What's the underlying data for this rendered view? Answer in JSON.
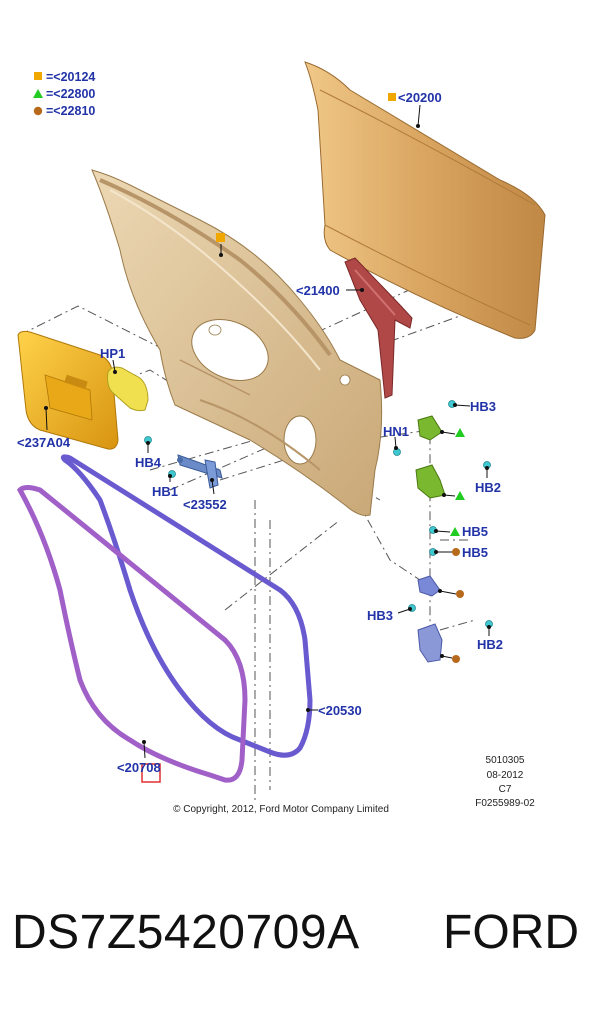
{
  "legend": [
    {
      "symbol": "square",
      "color": "#f0a800",
      "text": "=<20124"
    },
    {
      "symbol": "triangle",
      "color": "#22cc22",
      "text": "=<22800"
    },
    {
      "symbol": "circle",
      "color": "#b86a1c",
      "text": "=<22810"
    }
  ],
  "labels": {
    "l20200": "<20200",
    "l21400": "<21400",
    "lHP1": "HP1",
    "l237A04": "<237A04",
    "lHB4": "HB4",
    "lHB1": "HB1",
    "l23552": "<23552",
    "lHN1": "HN1",
    "lHB3a": "HB3",
    "lHB2a": "HB2",
    "lHB5a": "HB5",
    "lHB5b": "HB5",
    "lHB3b": "HB3",
    "lHB2b": "HB2",
    "l20530": "<20530",
    "l20708": "<20708"
  },
  "info": {
    "line1": "5010305",
    "line2": "08-2012",
    "line3": "C7",
    "line4": "F0255989-02"
  },
  "copyright": "© Copyright, 2012, Ford Motor Company Limited",
  "footer": {
    "part_number": "DS7Z5420709A",
    "brand": "FORD"
  },
  "colors": {
    "label": "#2233a8",
    "door_skin": "#d9a560",
    "inner_panel": "#dcc39a",
    "seal_outer": "#a060c8",
    "seal_inner": "#6a5ad0",
    "trim_panel": "#f0b020",
    "hinge_green": "#7ab830",
    "hinge_blue": "#7a88d8",
    "bracket_red": "#b04848",
    "highlight_box": "#e03030"
  }
}
